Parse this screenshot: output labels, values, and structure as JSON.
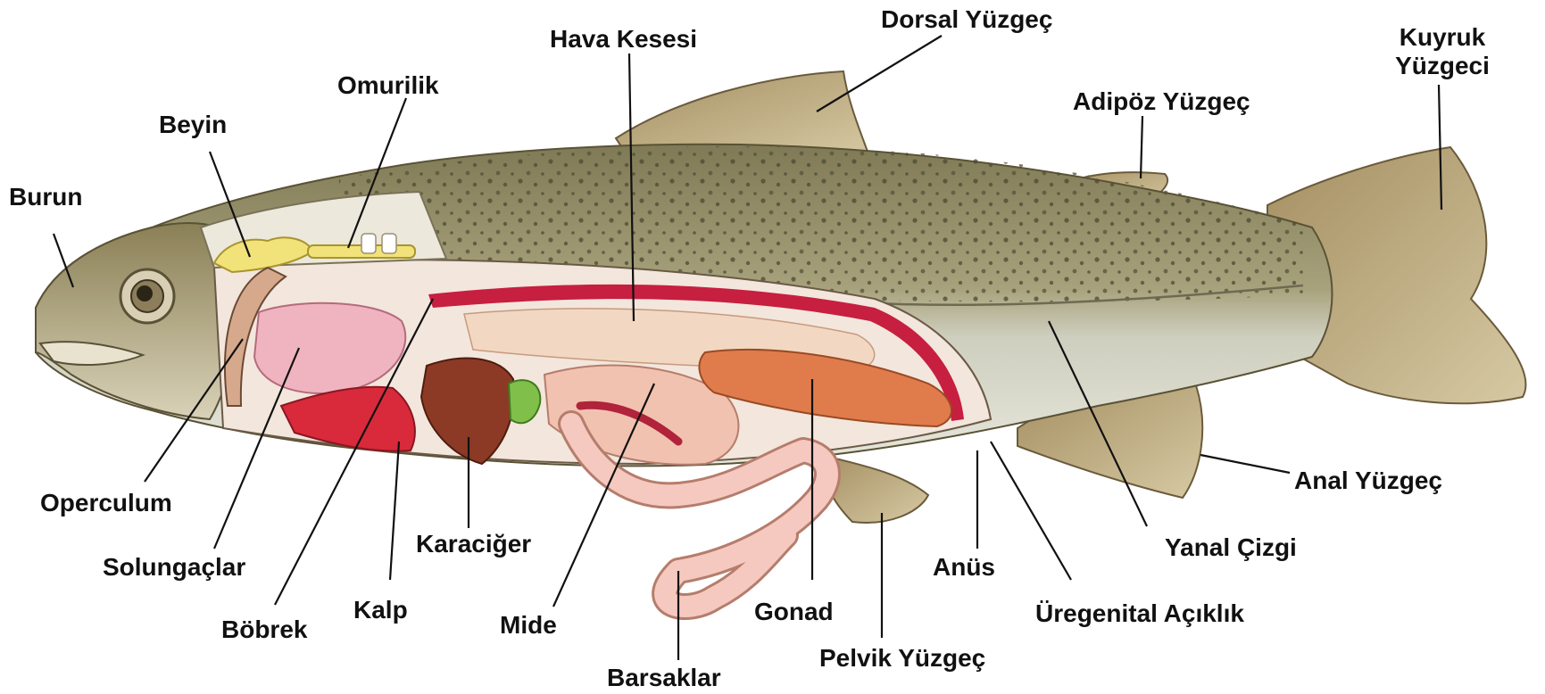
{
  "labels": {
    "burun": "Burun",
    "beyin": "Beyin",
    "omurilik": "Omurilik",
    "hava_kesesi": "Hava Kesesi",
    "dorsal_yuzgec": "Dorsal Yüzgeç",
    "adipoz_yuzgec": "Adipöz Yüzgeç",
    "kuyruk_yuzgeci_line1": "Kuyruk",
    "kuyruk_yuzgeci_line2": "Yüzgeci",
    "operculum": "Operculum",
    "solungaclar": "Solungaçlar",
    "bobrek": "Böbrek",
    "kalp": "Kalp",
    "karaciger": "Karaciğer",
    "mide": "Mide",
    "barsaklar": "Barsaklar",
    "gonad": "Gonad",
    "pelvik_yuzgec": "Pelvik Yüzgeç",
    "anus": "Anüs",
    "uregenital_aciklik": "Üregenital Açıklık",
    "yanal_cizgi": "Yanal Çizgi",
    "anal_yuzgec": "Anal Yüzgeç"
  },
  "colors": {
    "body_dorsal": "#8f8a64",
    "body_ventral": "#dcdccf",
    "fin": "#b9a579",
    "cavity": "#f3e6dc",
    "air_bladder": "#f2d8c2",
    "kidney": "#c61f3f",
    "liver": "#8c3a25",
    "gall_bladder": "#7fbf4a",
    "heart": "#d82a3b",
    "stomach": "#f2c2b0",
    "intestine": "#f6c9c0",
    "gonad": "#e07c4c",
    "gills": "#f0b3c0",
    "brain": "#f2e27a",
    "leader": "#111111"
  }
}
